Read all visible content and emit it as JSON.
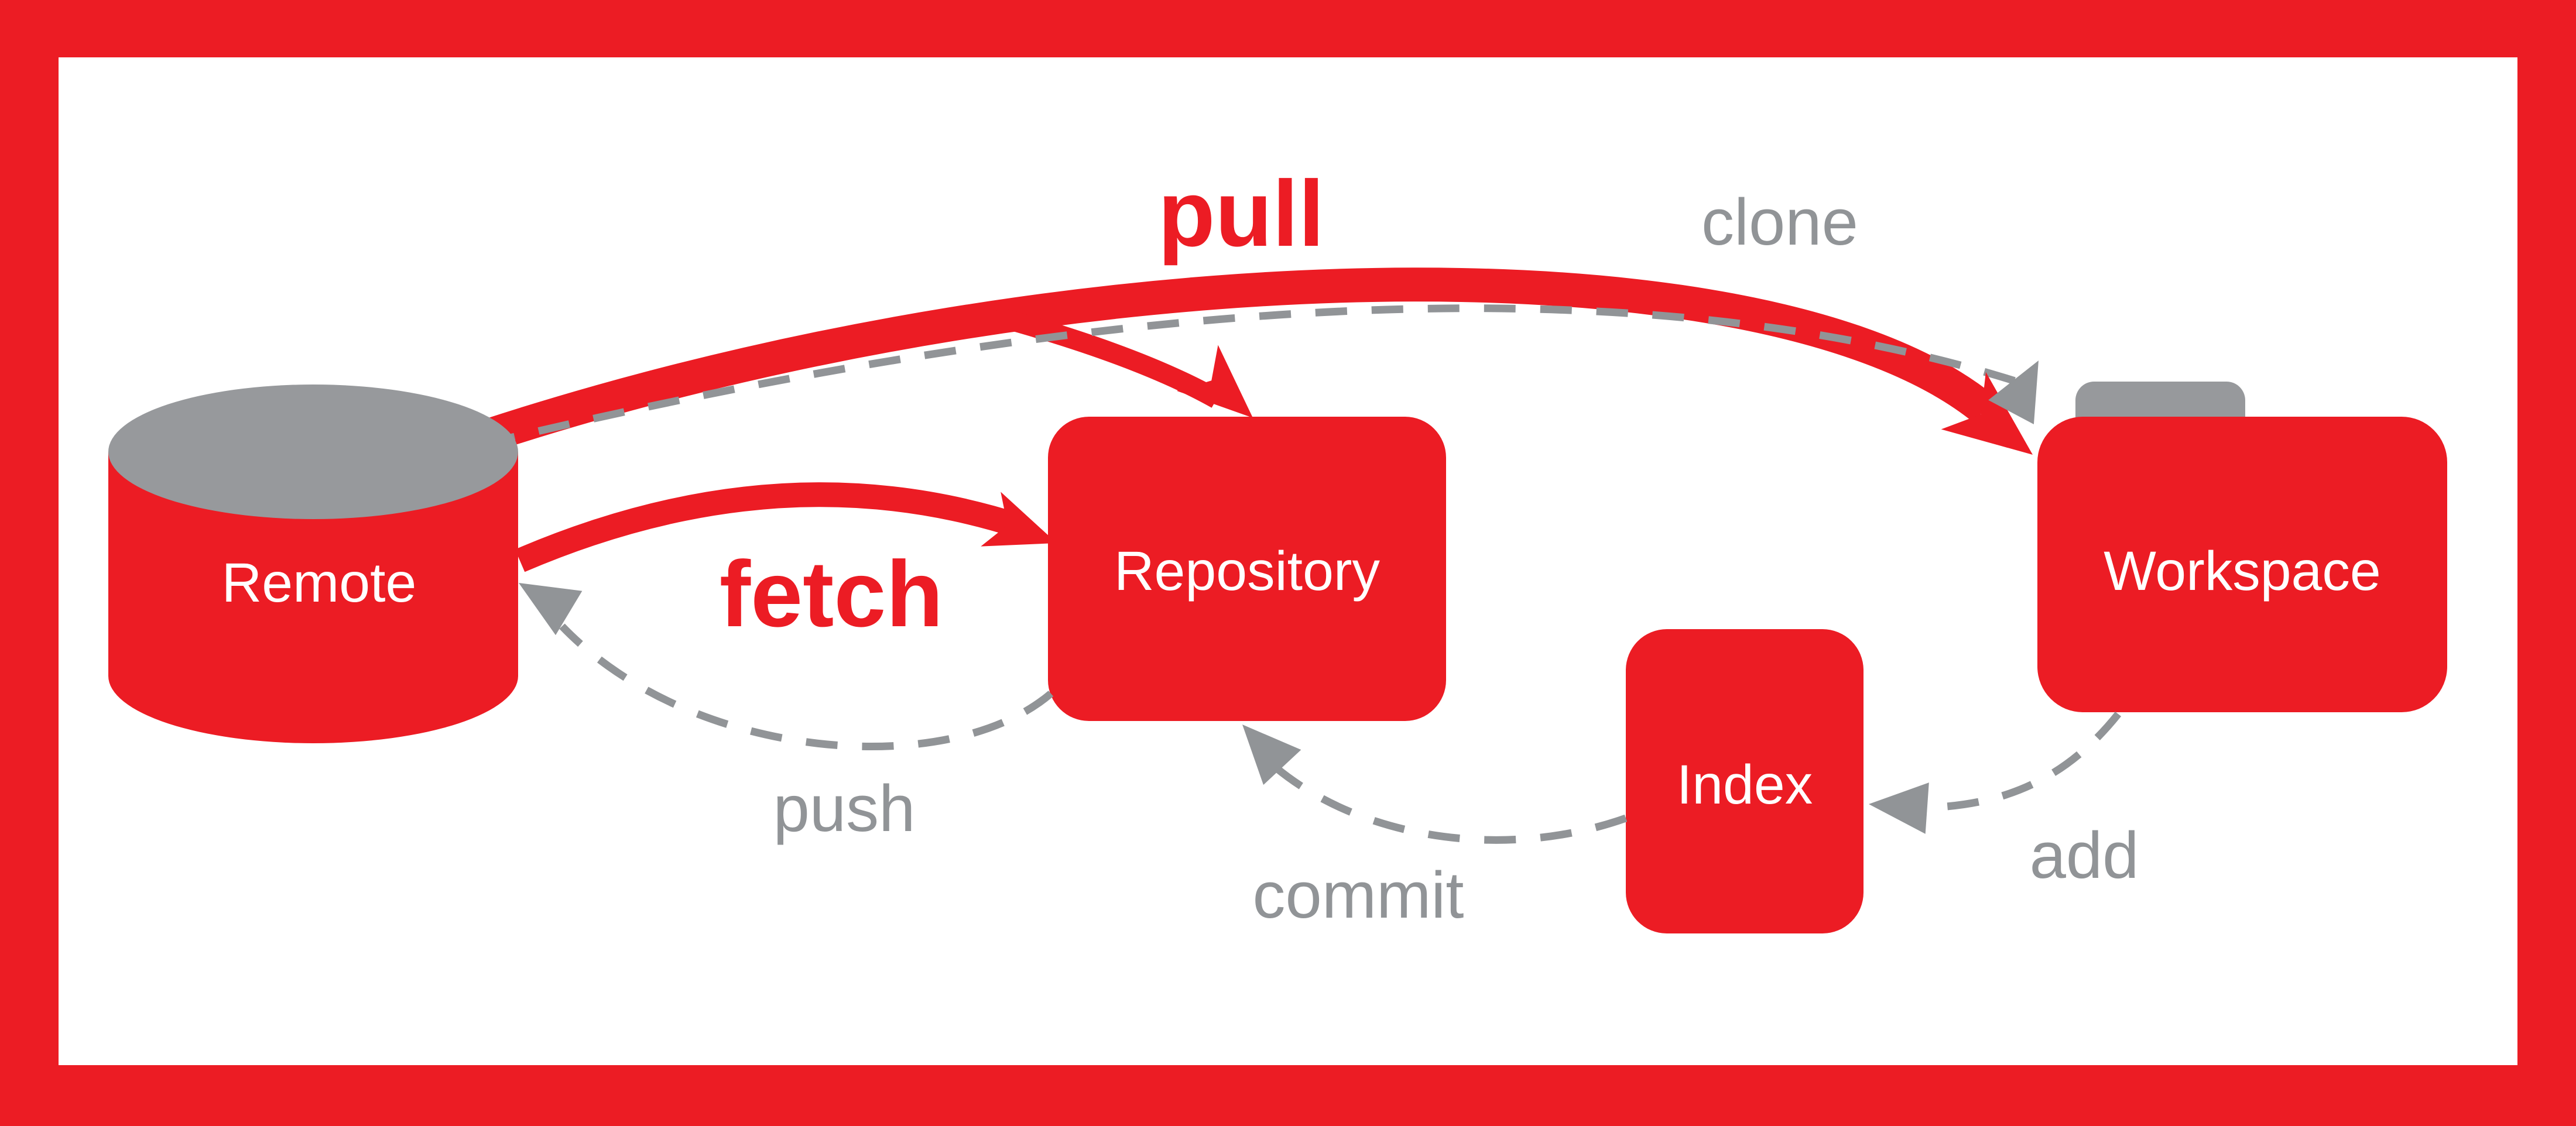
{
  "diagram_type": "git-workflow",
  "colors": {
    "red": "#EC1C24",
    "gray_shape": "#97999C",
    "gray_arrow": "#919497",
    "node_text": "#FFFFFF",
    "canvas": "#FFFFFF"
  },
  "nodes": {
    "remote": {
      "label": "Remote",
      "shape": "database-cylinder"
    },
    "repository": {
      "label": "Repository",
      "shape": "rounded-rectangle"
    },
    "index": {
      "label": "Index",
      "shape": "rounded-rectangle"
    },
    "workspace": {
      "label": "Workspace",
      "shape": "folder"
    }
  },
  "edges": {
    "pull": {
      "label": "pull",
      "style": "solid",
      "color": "red",
      "from": "remote",
      "to": "workspace-and-repository"
    },
    "fetch": {
      "label": "fetch",
      "style": "solid",
      "color": "red",
      "from": "remote",
      "to": "repository"
    },
    "clone": {
      "label": "clone",
      "style": "dashed",
      "color": "gray",
      "from": "remote",
      "to": "workspace"
    },
    "push": {
      "label": "push",
      "style": "dashed",
      "color": "gray",
      "from": "repository",
      "to": "remote"
    },
    "commit": {
      "label": "commit",
      "style": "dashed",
      "color": "gray",
      "from": "index",
      "to": "repository"
    },
    "add": {
      "label": "add",
      "style": "dashed",
      "color": "gray",
      "from": "workspace",
      "to": "index"
    }
  }
}
